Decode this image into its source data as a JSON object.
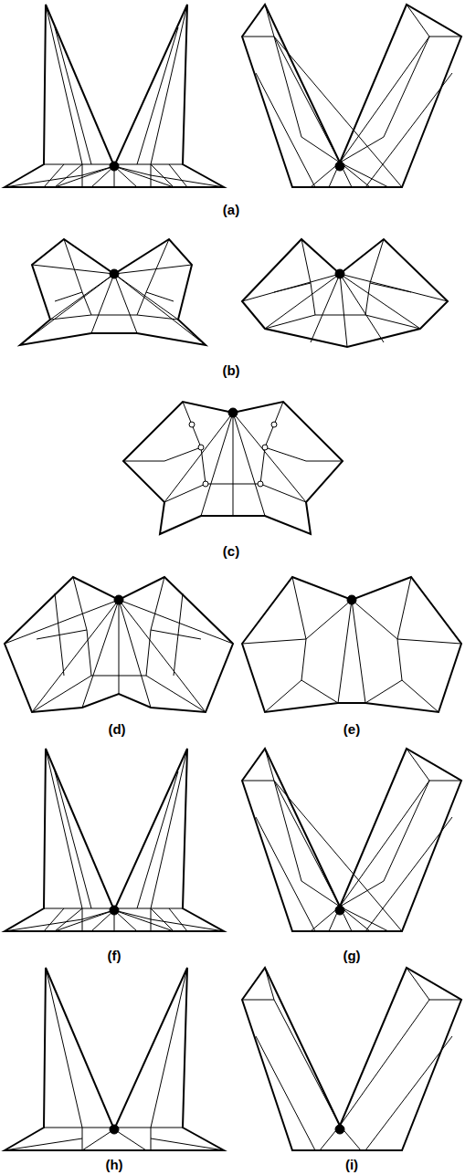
{
  "diagram": {
    "labels": [
      "(a)",
      "(b)",
      "(c)",
      "(d)",
      "(e)",
      "(f)",
      "(g)",
      "(h)",
      "(i)"
    ]
  }
}
